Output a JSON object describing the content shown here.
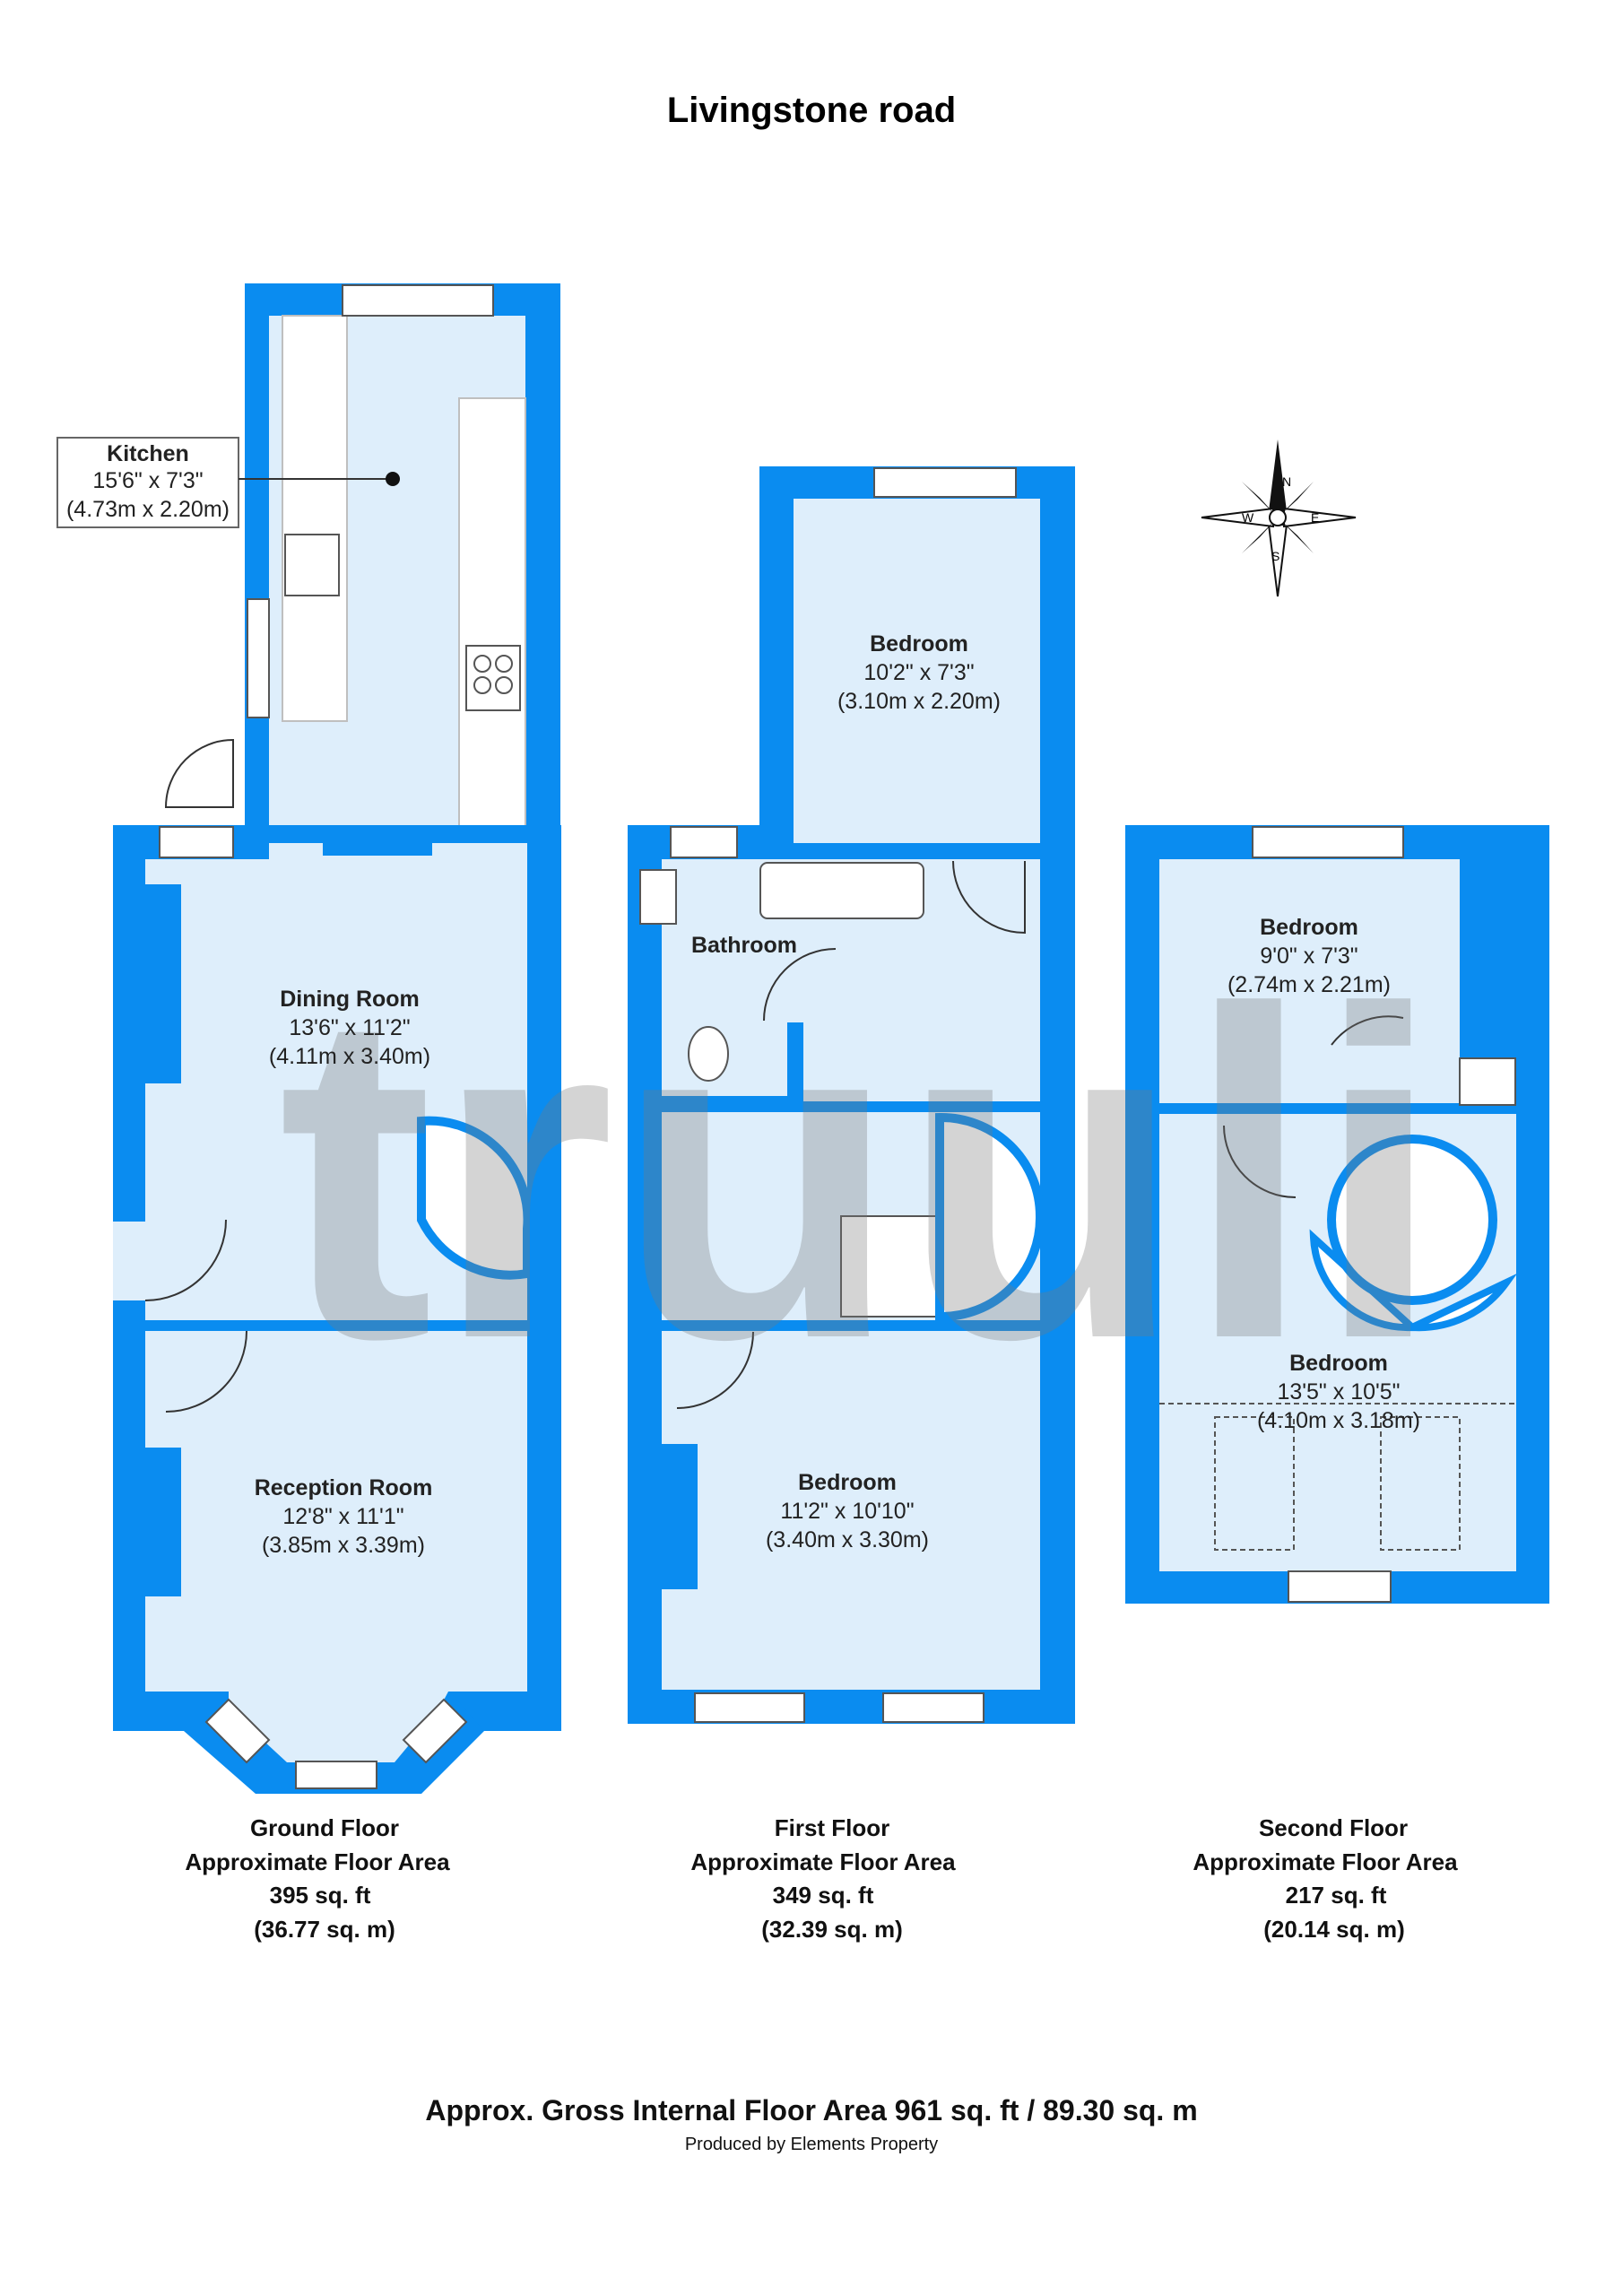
{
  "title": "Livingstone road",
  "watermark": "truuli",
  "compass": {
    "n": "N",
    "e": "E",
    "s": "S",
    "w": "W"
  },
  "rooms": {
    "kitchen": {
      "name": "Kitchen",
      "imperial": "15'6\" x 7'3\"",
      "metric": "(4.73m x 2.20m)"
    },
    "dining": {
      "name": "Dining Room",
      "imperial": "13'6\" x 11'2\"",
      "metric": "(4.11m x 3.40m)"
    },
    "reception": {
      "name": "Reception Room",
      "imperial": "12'8\" x 11'1\"",
      "metric": "(3.85m x 3.39m)"
    },
    "bedroom_f1_back": {
      "name": "Bedroom",
      "imperial": "10'2\" x 7'3\"",
      "metric": "(3.10m x 2.20m)"
    },
    "bathroom": {
      "name": "Bathroom"
    },
    "bedroom_f1_front": {
      "name": "Bedroom",
      "imperial": "11'2\" x 10'10\"",
      "metric": "(3.40m x 3.30m)"
    },
    "bedroom_f2_back": {
      "name": "Bedroom",
      "imperial": "9'0\" x 7'3\"",
      "metric": "(2.74m x 2.21m)"
    },
    "bedroom_f2_main": {
      "name": "Bedroom",
      "imperial": "13'5\" x 10'5\"",
      "metric": "(4.10m x 3.18m)"
    }
  },
  "floors": [
    {
      "name": "Ground Floor",
      "label": "Approximate Floor Area",
      "sqft": "395 sq. ft",
      "sqm": "(36.77 sq. m)"
    },
    {
      "name": "First Floor",
      "label": "Approximate Floor Area",
      "sqft": "349 sq. ft",
      "sqm": "(32.39 sq. m)"
    },
    {
      "name": "Second Floor",
      "label": "Approximate Floor Area",
      "sqft": "217 sq. ft",
      "sqm": "(20.14 sq. m)"
    }
  ],
  "footer": {
    "total": "Approx. Gross Internal Floor Area 961 sq. ft / 89.30 sq. m",
    "credit": "Produced by Elements Property"
  },
  "colors": {
    "wall": "#0a8cf0",
    "floor": "#deeefb",
    "window": "#ffffff",
    "watermark": "#7a7a7a"
  }
}
